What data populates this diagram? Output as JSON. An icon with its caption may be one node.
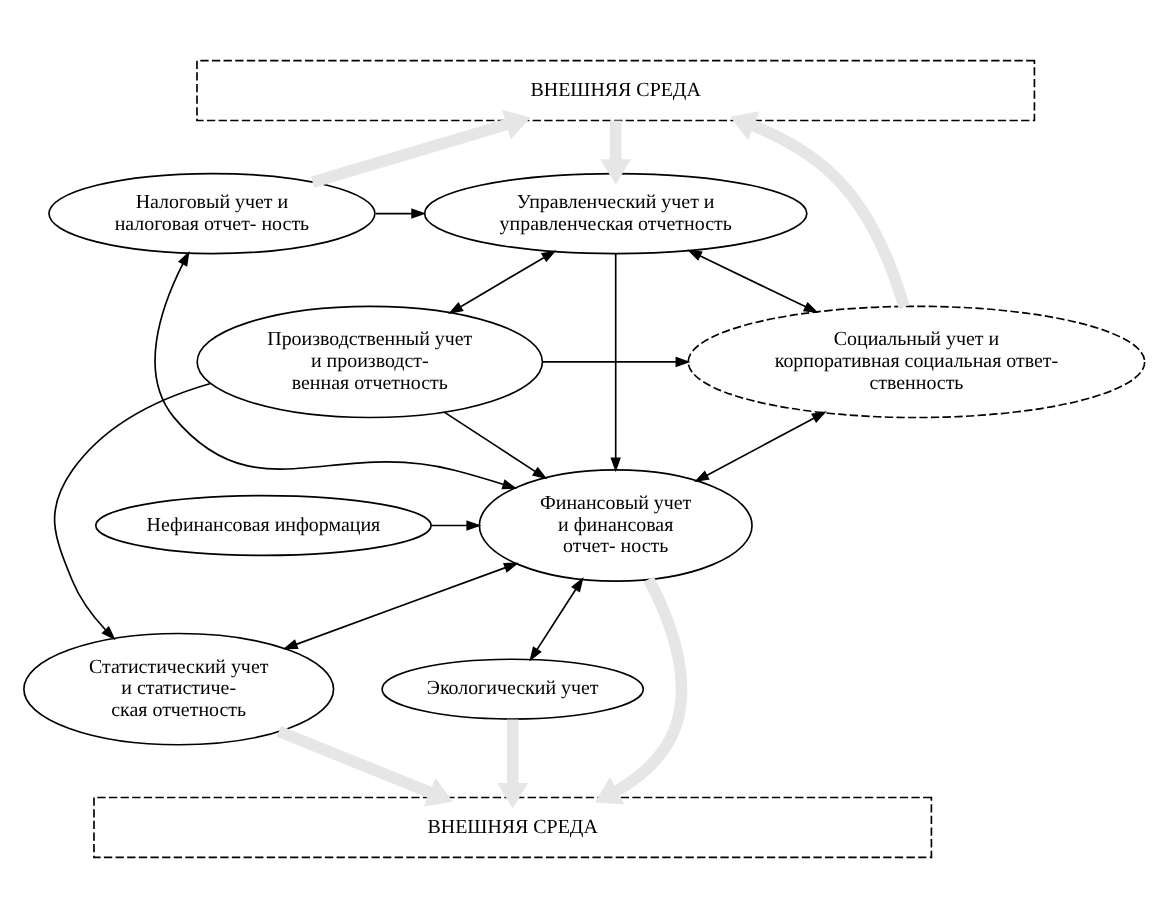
{
  "diagram": {
    "nodes": [
      {
        "text": [
          "ВНЕШНЯЯ СРЕДА"
        ]
      },
      {
        "text": [
          "ВНЕШНЯЯ СРЕДА"
        ]
      },
      {
        "text": [
          "Управленческий учет и управленческая отчетность"
        ]
      },
      {
        "text": [
          "Налоговый учет и налоговая отчет- ность"
        ]
      },
      {
        "text": [
          "Производственный учет и производст- венная отчетность"
        ]
      },
      {
        "text": [
          "Социальный учет и корпоративная социальная ответ- ственность"
        ]
      },
      {
        "text": [
          "Финансовый учет и финансовая отчет- ность"
        ]
      },
      {
        "text": [
          "Нефинансовая информация"
        ]
      },
      {
        "text": [
          "Статистический учет и статистиче- ская отчетность"
        ]
      },
      {
        "text": [
          "Экологический учет"
        ]
      }
    ],
    "edges": [
      {
        "from": 0,
        "to": 2,
        "arrow": "to",
        "style": "thick",
        "color": "#e6e6e6"
      },
      {
        "from": 3,
        "to": 0,
        "arrow": "to",
        "style": "thick",
        "color": "#e6e6e6"
      },
      {
        "from": 5,
        "to": 0,
        "arrow": "to",
        "style": "thick",
        "color": "#e6e6e6"
      },
      {
        "from": 3,
        "to": 2,
        "arrow": "to"
      },
      {
        "from": 2,
        "to": 5,
        "arrow": "both"
      },
      {
        "from": 2,
        "to": 4,
        "arrow": "both"
      },
      {
        "from": 2,
        "to": 6,
        "arrow": "to"
      },
      {
        "from": 6,
        "to": 3,
        "arrow": "both"
      },
      {
        "from": 4,
        "to": 5,
        "arrow": "to"
      },
      {
        "from": 4,
        "to": 6,
        "arrow": "to"
      },
      {
        "from": 4,
        "to": 8,
        "arrow": "to"
      },
      {
        "from": 5,
        "to": 6,
        "arrow": "both"
      },
      {
        "from": 7,
        "to": 6,
        "arrow": "to"
      },
      {
        "from": 8,
        "to": 6,
        "arrow": "both"
      },
      {
        "from": 6,
        "to": 9,
        "arrow": "both"
      },
      {
        "from": 8,
        "to": 1,
        "arrow": "to",
        "style": "thick",
        "color": "#e6e6e6"
      },
      {
        "from": 6,
        "to": 1,
        "arrow": "to",
        "style": "thick",
        "color": "#e6e6e6"
      },
      {
        "from": 9,
        "to": 1,
        "arrow": "to",
        "style": "thick",
        "color": "#e6e6e6"
      }
    ]
  }
}
